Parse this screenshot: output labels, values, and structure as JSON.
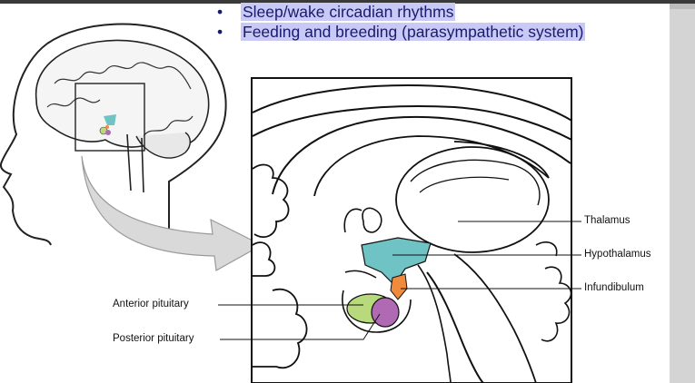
{
  "bullets": [
    "Sleep/wake circadian rhythms",
    "Feeding and breeding (parasympathetic system)"
  ],
  "labels": {
    "thalamus": "Thalamus",
    "hypothalamus": "Hypothalamus",
    "infundibulum": "Infundibulum",
    "anterior_pituitary": "Anterior pituitary",
    "posterior_pituitary": "Posterior pituitary"
  },
  "colors": {
    "hypothalamus": "#6fc3c4",
    "infundibulum": "#f08a3c",
    "anterior_pituitary": "#b8da7c",
    "posterior_pituitary": "#b06ab3",
    "bullet_highlight": "#c9c9f5",
    "bullet_text": "#1a1a6e"
  }
}
